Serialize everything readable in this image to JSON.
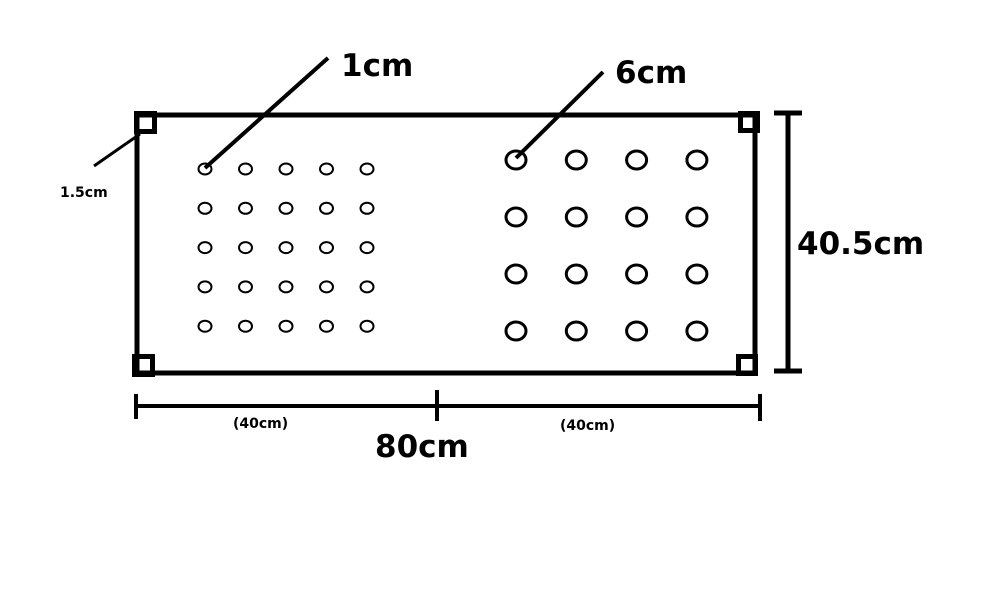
{
  "colors": {
    "stroke": "#000000",
    "background": "#ffffff"
  },
  "labels": {
    "small_hole": "1cm",
    "large_hole": "6cm",
    "corner": "1.5cm",
    "height": "40.5cm",
    "width_total": "80cm",
    "half_left": "(40cm)",
    "half_right": "(40cm)"
  },
  "hole_grids": {
    "small": {
      "rows": 5,
      "cols": 5,
      "diameter_label": "1cm"
    },
    "large": {
      "rows": 4,
      "cols": 4,
      "diameter_label": "6cm"
    }
  }
}
